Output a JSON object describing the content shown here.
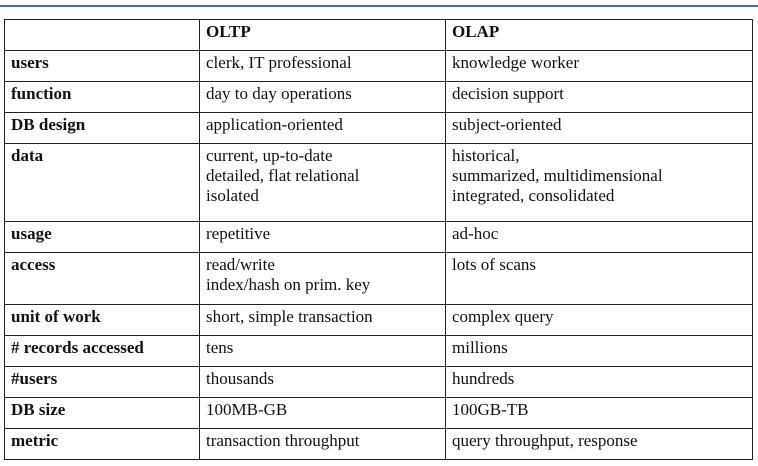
{
  "table": {
    "headers": [
      "",
      "OLTP",
      "OLAP"
    ],
    "rows": [
      {
        "label": "users",
        "oltp": [
          "clerk, IT professional"
        ],
        "olap": [
          "knowledge worker"
        ]
      },
      {
        "label": "function",
        "oltp": [
          "day to day operations"
        ],
        "olap": [
          "decision support"
        ]
      },
      {
        "label": "DB design",
        "oltp": [
          "application-oriented"
        ],
        "olap": [
          "subject-oriented"
        ]
      },
      {
        "label": "data",
        "oltp": [
          "current, up-to-date",
          "detailed, flat relational",
          "isolated"
        ],
        "olap": [
          "historical,",
          "summarized, multidimensional",
          "integrated, consolidated"
        ]
      },
      {
        "label": "usage",
        "oltp": [
          "repetitive"
        ],
        "olap": [
          "ad-hoc"
        ]
      },
      {
        "label": "access",
        "oltp": [
          "read/write",
          "index/hash on prim. key"
        ],
        "olap": [
          "lots of scans"
        ]
      },
      {
        "label": "unit of work",
        "oltp": [
          "short, simple transaction"
        ],
        "olap": [
          "complex query"
        ]
      },
      {
        "label": "# records accessed",
        "oltp": [
          "tens"
        ],
        "olap": [
          "millions"
        ]
      },
      {
        "label": "#users",
        "oltp": [
          "thousands"
        ],
        "olap": [
          "hundreds"
        ]
      },
      {
        "label": "DB size",
        "oltp": [
          "100MB-GB"
        ],
        "olap": [
          "100GB-TB"
        ]
      },
      {
        "label": "metric",
        "oltp": [
          "transaction throughput"
        ],
        "olap": [
          "query throughput, response"
        ]
      }
    ]
  }
}
